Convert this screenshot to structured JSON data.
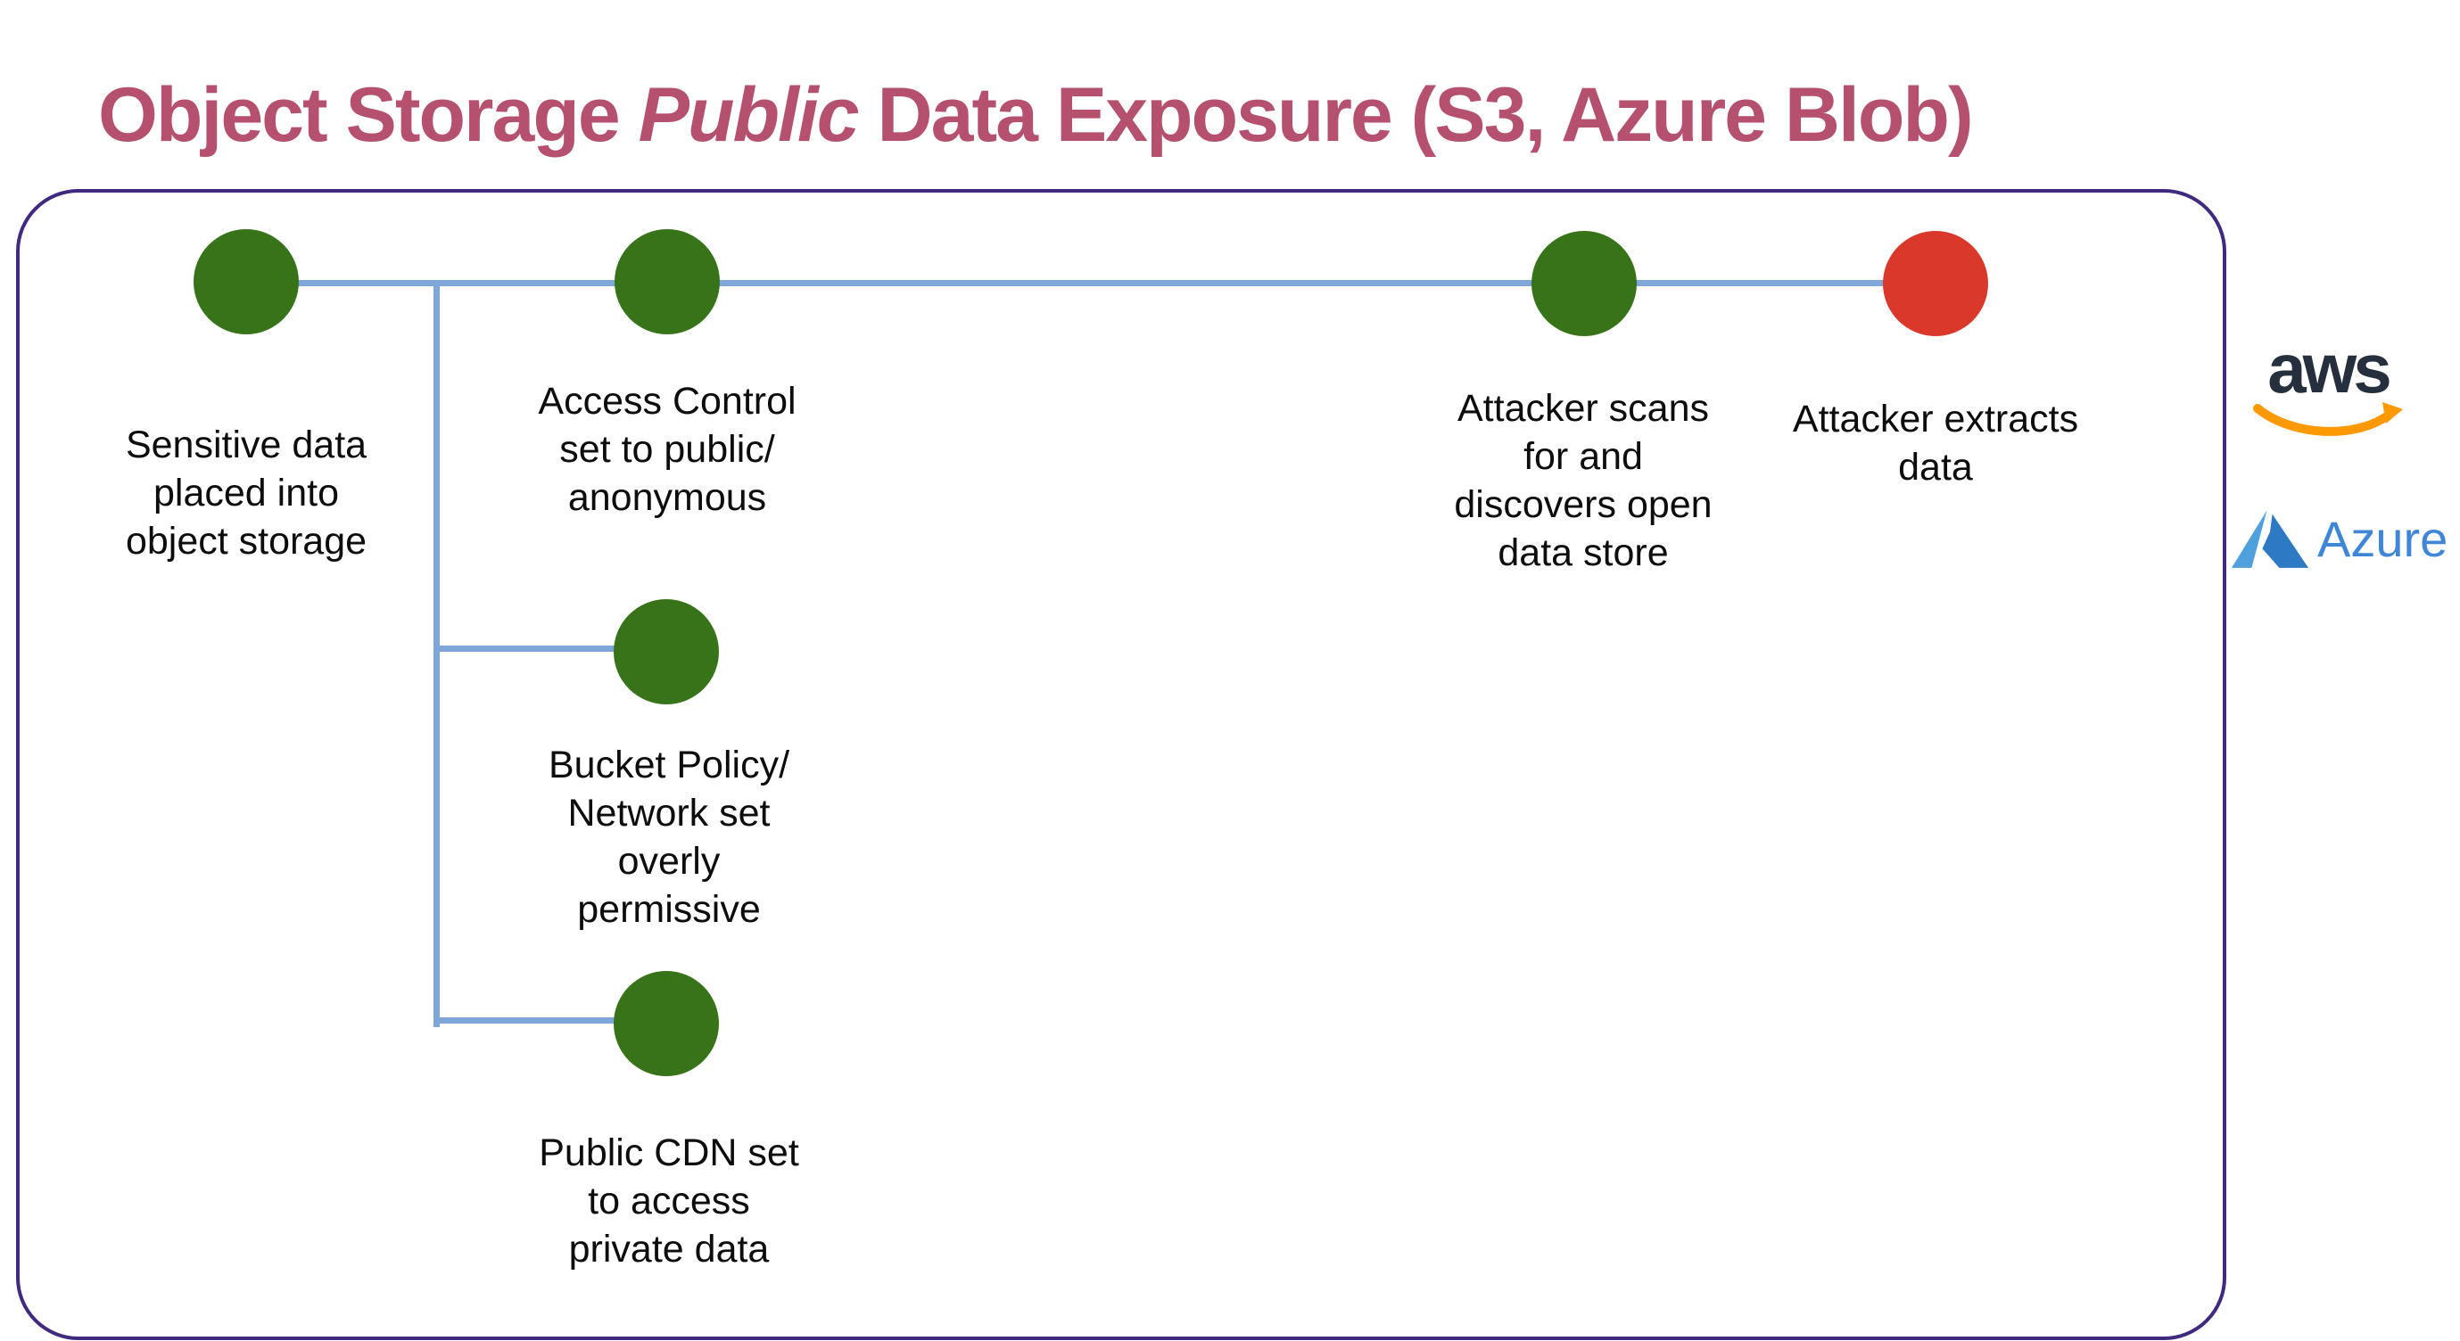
{
  "title": {
    "prefix": "Object Storage ",
    "italic": "Public",
    "suffix": " Data Exposure (S3, Azure Blob)"
  },
  "colors": {
    "title_rose": "#b5506e",
    "node_green": "#377319",
    "node_red": "#d9382a",
    "connector_blue": "#7ea6d8",
    "container_border_purple": "#40297e",
    "label_text": "#0d0d0d",
    "aws_navy": "#252f3e",
    "aws_orange": "#ff9900",
    "azure_blue": "#3f87d6"
  },
  "diagram": {
    "nodes": [
      {
        "id": "sensitive-data",
        "status": "green",
        "lines": [
          "Sensitive data",
          "placed into",
          "object storage"
        ]
      },
      {
        "id": "access-control",
        "status": "green",
        "lines": [
          "Access Control",
          "set to public/",
          "anonymous"
        ]
      },
      {
        "id": "attacker-scans",
        "status": "green",
        "lines": [
          "Attacker scans",
          "for and",
          "discovers open",
          "data store"
        ]
      },
      {
        "id": "attacker-extracts",
        "status": "red",
        "lines": [
          "Attacker extracts",
          "data"
        ]
      },
      {
        "id": "bucket-policy",
        "status": "green",
        "lines": [
          "Bucket Policy/",
          "Network set",
          "overly",
          "permissive"
        ]
      },
      {
        "id": "public-cdn",
        "status": "green",
        "lines": [
          "Public CDN set",
          "to access",
          "private data"
        ]
      }
    ]
  },
  "logos": {
    "aws_label": "aws",
    "azure_label": "Azure"
  }
}
